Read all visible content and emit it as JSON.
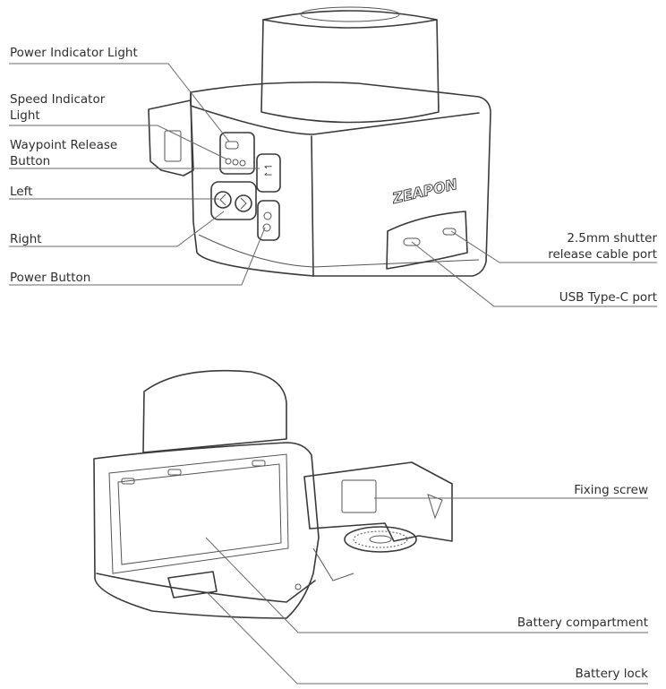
{
  "brand": "ZEAPON",
  "speed_button_glyph": "⇂⇃",
  "labels": {
    "power_indicator_light": "Power Indicator Light",
    "speed_indicator_light_1": "Speed Indicator",
    "speed_indicator_light_2": "Light",
    "waypoint_release_1": "Waypoint Release",
    "waypoint_release_2": "Button",
    "left": "Left",
    "right": "Right",
    "power_button": "Power Button",
    "shutter_port_1": "2.5mm shutter",
    "shutter_port_2": "release cable port",
    "usb_port": "USB Type-C port",
    "fixing_screw": "Fixing screw",
    "battery_compartment": "Battery compartment",
    "battery_lock": "Battery lock"
  }
}
